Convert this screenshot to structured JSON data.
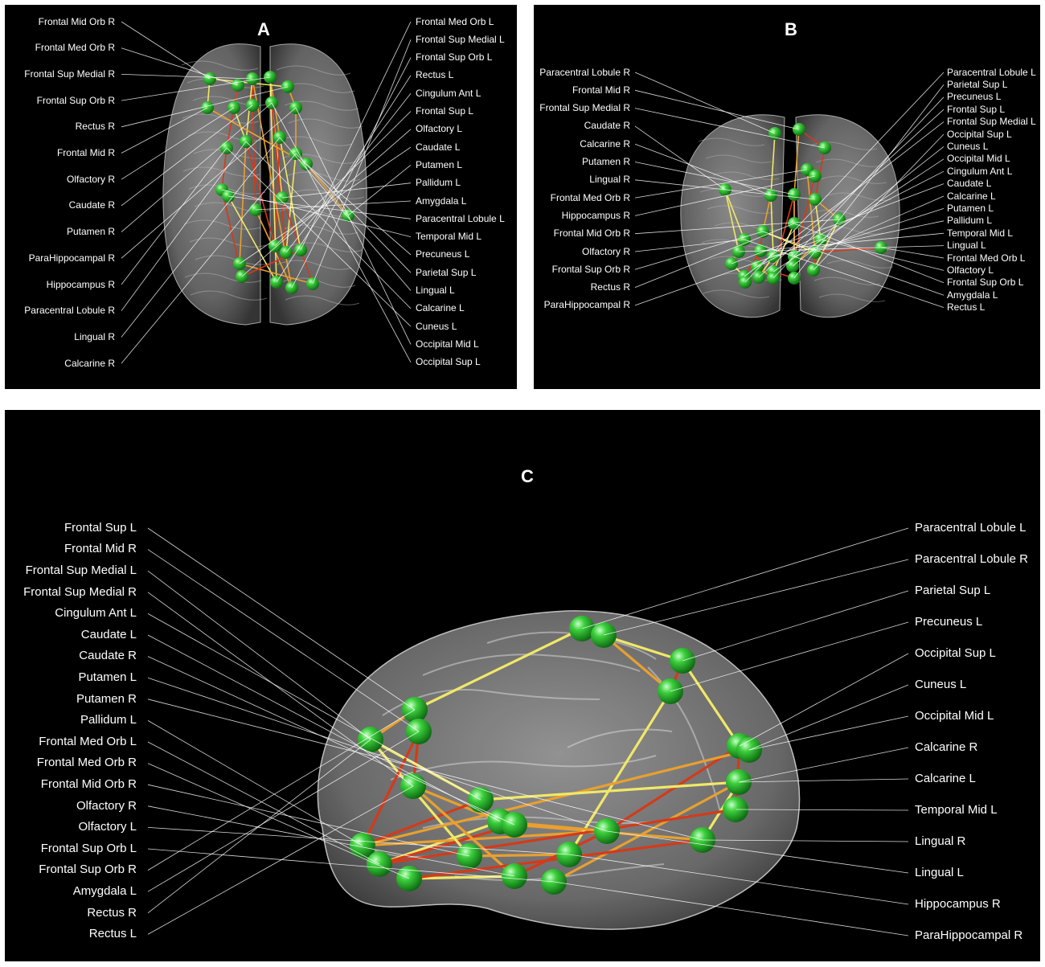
{
  "panels": {
    "a": {
      "label": "A",
      "left_labels": [
        "Frontal Mid Orb R",
        "Frontal Med Orb R",
        "Frontal Sup Medial R",
        "Frontal Sup Orb R",
        "Rectus R",
        "Frontal Mid R",
        "Olfactory R",
        "Caudate R",
        "Putamen R",
        "ParaHippocampal R",
        "Hippocampus R",
        "Paracentral Lobule R",
        "Lingual R",
        "Calcarine R"
      ],
      "right_labels": [
        "Frontal Med Orb L",
        "Frontal Sup Medial L",
        "Frontal Sup Orb L",
        "Rectus L",
        "Cingulum Ant L",
        "Frontal Sup L",
        "Olfactory L",
        "Caudate L",
        "Putamen L",
        "Pallidum L",
        "Amygdala L",
        "Paracentral Lobule L",
        "Temporal Mid L",
        "Precuneus L",
        "Parietal Sup L",
        "Lingual L",
        "Calcarine L",
        "Cuneus L",
        "Occipital Mid L",
        "Occipital Sup L"
      ]
    },
    "b": {
      "label": "B",
      "left_labels": [
        "Paracentral Lobule R",
        "Frontal Mid R",
        "Frontal Sup Medial R",
        "Caudate R",
        "Calcarine R",
        "Putamen R",
        "Lingual R",
        "Frontal Med Orb R",
        "Hippocampus R",
        "Frontal Mid Orb R",
        "Olfactory R",
        "Frontal Sup Orb R",
        "Rectus R",
        "ParaHippocampal R"
      ],
      "right_labels": [
        "Paracentral Lobule L",
        "Parietal Sup L",
        "Precuneus L",
        "Frontal Sup L",
        "Frontal Sup Medial L",
        "Occipital Sup L",
        "Cuneus L",
        "Occipital Mid L",
        "Cingulum Ant L",
        "Caudate L",
        "Calcarine L",
        "Putamen L",
        "Pallidum L",
        "Temporal Mid L",
        "Lingual L",
        "Frontal Med Orb L",
        "Olfactory L",
        "Frontal Sup Orb L",
        "Amygdala L",
        "Rectus L"
      ]
    },
    "c": {
      "label": "C",
      "left_labels": [
        "Frontal Sup L",
        "Frontal Mid R",
        "Frontal Sup Medial L",
        "Frontal Sup Medial R",
        "Cingulum Ant L",
        "Caudate L",
        "Caudate R",
        "Putamen L",
        "Putamen R",
        "Pallidum L",
        "Frontal Med Orb L",
        "Frontal Med Orb R",
        "Frontal Mid Orb R",
        "Olfactory R",
        "Olfactory L",
        "Frontal Sup Orb L",
        "Frontal Sup Orb R",
        "Amygdala L",
        "Rectus R",
        "Rectus L"
      ],
      "right_labels": [
        "Paracentral Lobule L",
        "Paracentral Lobule R",
        "Parietal Sup L",
        "Precuneus L",
        "Occipital Sup L",
        "Cuneus L",
        "Occipital Mid L",
        "Calcarine R",
        "Calcarine L",
        "Temporal Mid L",
        "Lingual R",
        "Lingual L",
        "Hippocampus R",
        "ParaHippocampal R"
      ]
    }
  },
  "colors": {
    "node": "#3ccf3c",
    "edge_strong": "#d43a1a",
    "edge_mid": "#e8a030",
    "edge_weak": "#f0e868",
    "leader": "#ffffff"
  }
}
